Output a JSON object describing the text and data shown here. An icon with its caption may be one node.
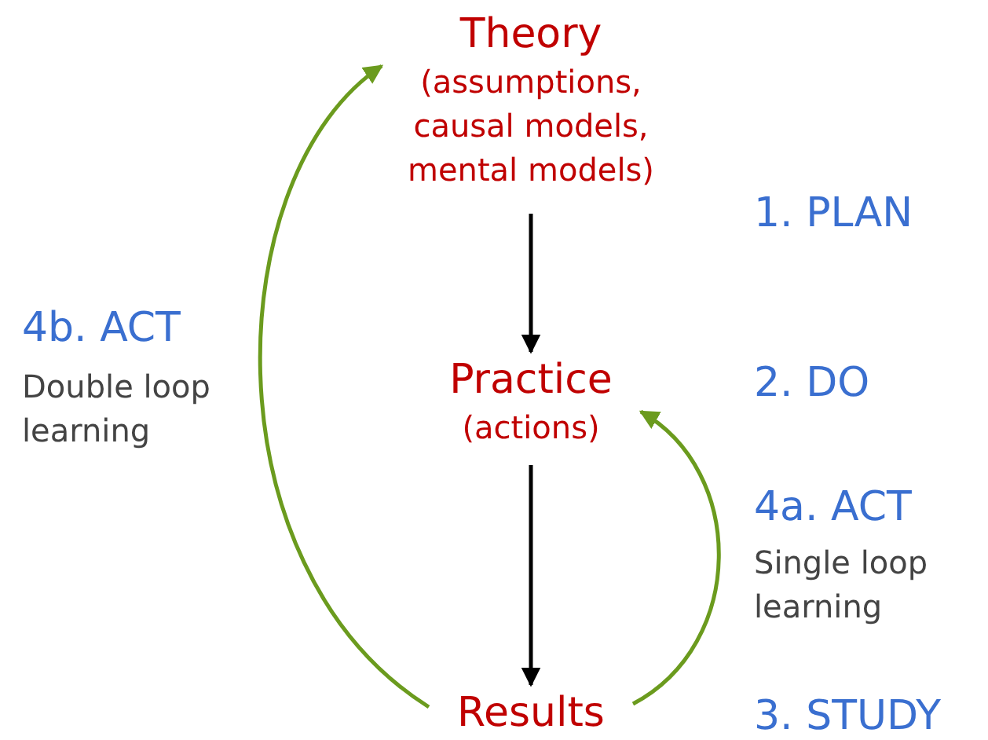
{
  "diagram": {
    "nodes": [
      {
        "text": [
          "Theory",
          "(assumptions, causal models, mental models)"
        ]
      },
      {
        "text": [
          "Practice",
          "(actions)"
        ]
      },
      {
        "text": [
          "Results"
        ]
      }
    ],
    "edges": [
      {
        "from": 0,
        "to": 1,
        "arrow": "to"
      },
      {
        "from": 1,
        "to": 2,
        "arrow": "to"
      },
      {
        "from": 2,
        "to": 1,
        "arrow": "to",
        "color": "#6b9b1e"
      },
      {
        "from": 2,
        "to": 0,
        "arrow": "to",
        "color": "#6b9b1e"
      }
    ],
    "labels": [
      "1. PLAN",
      "4b. ACT",
      "Double loop learning",
      "2. DO",
      "4a. ACT",
      "Single loop learning",
      "3. STUDY"
    ]
  }
}
